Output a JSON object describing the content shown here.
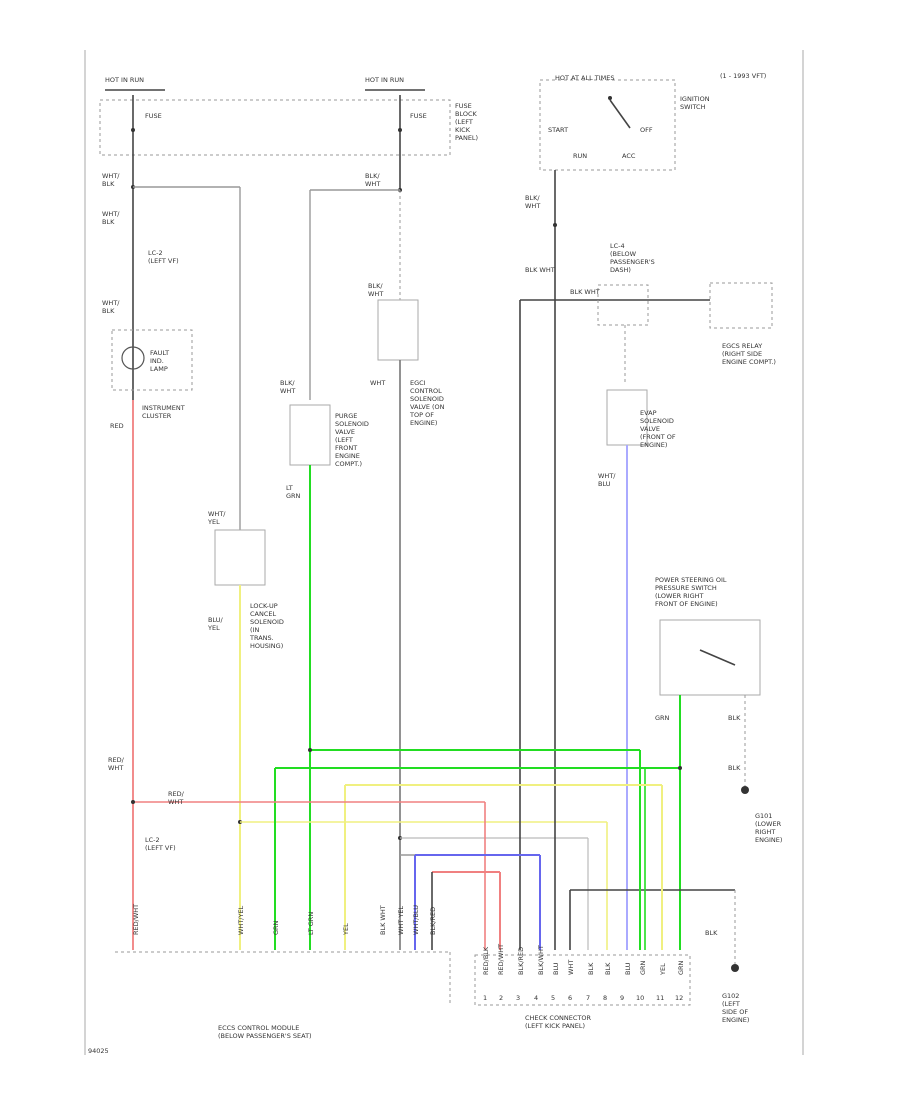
{
  "labels": {
    "hot_in_run_1": "HOT IN RUN",
    "hot_in_run_2": "HOT IN RUN",
    "fuse_1": "FUSE",
    "fuse_2": "FUSE",
    "fuse_block": [
      "FUSE",
      "BLOCK",
      "(LEFT",
      "KICK",
      "PANEL)"
    ],
    "hot_at_all_times": "HOT AT ALL TIMES",
    "ignition_switch": [
      "IGNITION",
      "SWITCH"
    ],
    "start": "START",
    "off": "OFF",
    "run": "RUN",
    "acc": "ACC",
    "year_note": "(1 - 1993 VFT)",
    "wht_blk_1": [
      "WHT/",
      "BLK"
    ],
    "wht_blk_2": [
      "WHT/",
      "BLK"
    ],
    "wht_blk_3": [
      "WHT/",
      "BLK"
    ],
    "blk_wht_top": [
      "BLK/",
      "WHT"
    ],
    "blk_wht_ign": [
      "BLK/",
      "WHT"
    ],
    "blk_wht_mid": [
      "BLK/",
      "WHT"
    ],
    "blk_wht_row": "BLK WHT",
    "blk_wht_row2": "BLK WHT",
    "lc2_1": [
      "LC-2",
      "(LEFT VF)"
    ],
    "lc2_2": [
      "LC-2",
      "(LEFT VF)"
    ],
    "lc4": [
      "LC-4",
      "(BELOW",
      "PASSENGER'S",
      "DASH)"
    ],
    "fault_lamp": [
      "FAULT",
      "IND.",
      "LAMP"
    ],
    "instrument_cluster": [
      "INSTRUMENT",
      "CLUSTER"
    ],
    "red": "RED",
    "red_wht_1": [
      "RED/",
      "WHT"
    ],
    "red_wht_2": [
      "RED/",
      "WHT"
    ],
    "blk_red": [
      "BLK/",
      "RED"
    ],
    "blk_wht_sol": [
      "BLK/",
      "WHT"
    ],
    "wht_blu_sol": [
      "WHT/",
      "BLU"
    ],
    "wht_blu_row": [
      "WHT/",
      "BLU"
    ],
    "wht": "WHT",
    "ecu_control_solenoid": [
      "EGCI",
      "CONTROL",
      "SOLENOID",
      "VALVE (ON",
      "TOP OF",
      "ENGINE)"
    ],
    "purge_solenoid": [
      "PURGE",
      "SOLENOID",
      "VALVE",
      "(LEFT",
      "FRONT",
      "ENGINE",
      "COMPT.)"
    ],
    "lt_grn": [
      "LT",
      "GRN"
    ],
    "evap_solenoid": [
      "EVAP",
      "SOLENOID",
      "VALVE",
      "(FRONT OF",
      "ENGINE)"
    ],
    "egcs_relay": [
      "EGCS RELAY",
      "(RIGHT SIDE",
      "ENGINE COMPT.)"
    ],
    "wht_yel": [
      "WHT/",
      "YEL"
    ],
    "blu_yel": [
      "BLU/",
      "YEL"
    ],
    "lockup_solenoid": [
      "LOCK-UP",
      "CANCEL",
      "SOLENOID",
      "(IN",
      "TRANS.",
      "HOUSING)"
    ],
    "ps_switch": [
      "POWER STEERING OIL",
      "PRESSURE SWITCH",
      "(LOWER RIGHT",
      "FRONT OF ENGINE)"
    ],
    "grn": "GRN",
    "blk_1": "BLK",
    "blk_2": "BLK",
    "blk_3": "BLK",
    "g101": [
      "G101",
      "(LOWER",
      "RIGHT",
      "ENGINE)"
    ],
    "g102": [
      "G102",
      "(LEFT",
      "SIDE OF",
      "ENGINE)"
    ],
    "ecm": [
      "ECCS CONTROL MODULE",
      "(BELOW PASSENGER'S SEAT)"
    ],
    "check_connector": [
      "CHECK CONNECTOR",
      "(LEFT KICK PANEL)"
    ],
    "connector_pins": [
      "1",
      "2",
      "3",
      "4",
      "5",
      "6",
      "7",
      "8",
      "9",
      "10",
      "11",
      "12"
    ],
    "ecm_pin_labels": [
      "RED/WHT",
      "WHT/YEL",
      "GRN",
      "LT GRN",
      "YEL",
      "BLK WHT",
      "WHT YEL",
      "WHT/BLU",
      "BLK/RED"
    ],
    "conn_pin_labels": [
      "RED/BLK",
      "RED/WHT",
      "BLK/RED",
      "BLK/WHT",
      "BLU",
      "WHT",
      "BLK",
      "BLK",
      "BLU",
      "GRN",
      "YEL",
      "GRN"
    ],
    "figure_id": "94025"
  },
  "colors": {
    "red": "#f08080",
    "green": "#22dd22",
    "yellow": "#f0f080",
    "blue": "#6666ee",
    "light_blue": "#aaaaff",
    "dark": "#444444",
    "gray": "#999999"
  }
}
